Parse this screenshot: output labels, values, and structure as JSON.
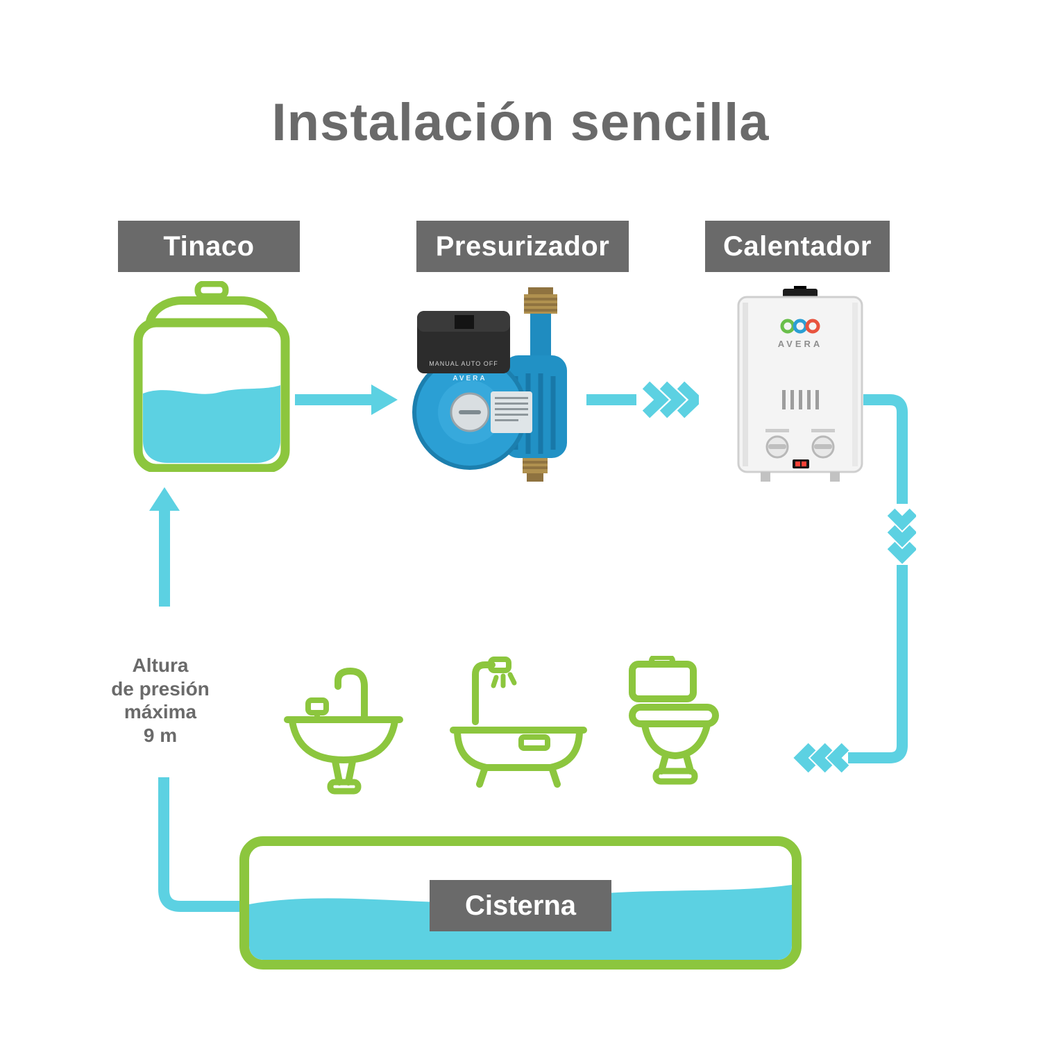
{
  "title": "Instalación sencilla",
  "labels": {
    "tank": "Tinaco",
    "pump": "Presurizador",
    "heater": "Calentador",
    "cistern": "Cisterna"
  },
  "pressure_note": {
    "lines": [
      "Altura",
      "de presión",
      "máxima",
      "9 m"
    ]
  },
  "pump_photo": {
    "switch_label": "MANUAL   AUTO   OFF",
    "brand": "AVERA"
  },
  "heater_photo": {
    "brand": "AVERA"
  },
  "fixture_icons": [
    "sink-icon",
    "bathtub-icon",
    "toilet-icon"
  ],
  "colors": {
    "green": "#8cc63e",
    "cyan": "#5cd1e2",
    "gray": "#6a6a6a",
    "pump_blue": "#2b9fd4"
  }
}
